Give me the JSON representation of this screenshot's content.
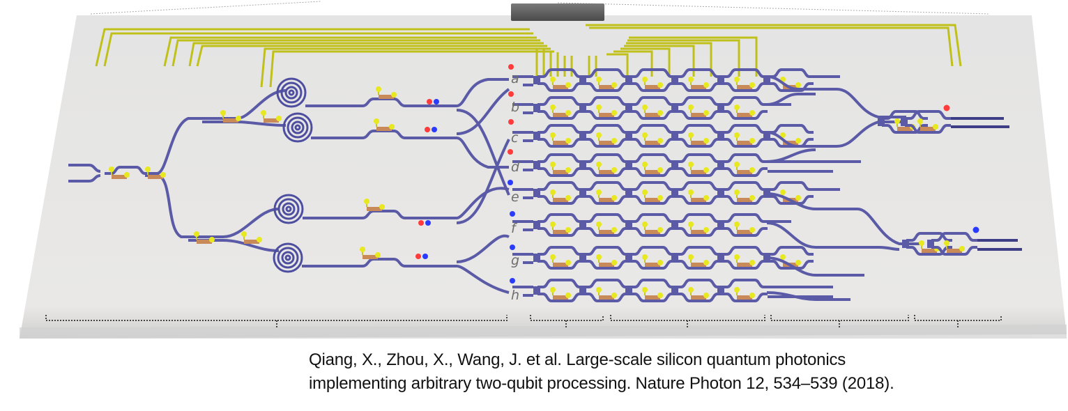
{
  "figure": {
    "description": "Large-scale silicon quantum photonic chip schematic",
    "colors": {
      "substrate": "#e6e6e6",
      "substrate_edge": "#c9c9c9",
      "waveguide": "#5a5aa6",
      "waveguide_dark": "#3e3e86",
      "electrode": "#c8c81e",
      "heater": "#c98a5a",
      "pad": "#e8e820",
      "connector": "#5f5f5f",
      "photon_red": "#ff3b3b",
      "photon_blue": "#2a3bff",
      "label": "#6e6e6e",
      "bracket": "#444444"
    },
    "qubit_labels": [
      "a",
      "b",
      "c",
      "d",
      "e",
      "f",
      "g",
      "h"
    ],
    "qubit_photon_colors": [
      "red",
      "red",
      "red",
      "red",
      "blue",
      "blue",
      "blue",
      "blue"
    ],
    "output_photons": [
      {
        "position": "top",
        "color": "red"
      },
      {
        "position": "bottom",
        "color": "blue"
      }
    ],
    "spiral_count": 4,
    "section_brackets": 5
  },
  "caption": {
    "line1": "Qiang, X., Zhou, X., Wang, J. et al. Large-scale silicon quantum photonics",
    "line2": "implementing arbitrary two-qubit processing. Nature Photon 12, 534–539 (2018)."
  }
}
